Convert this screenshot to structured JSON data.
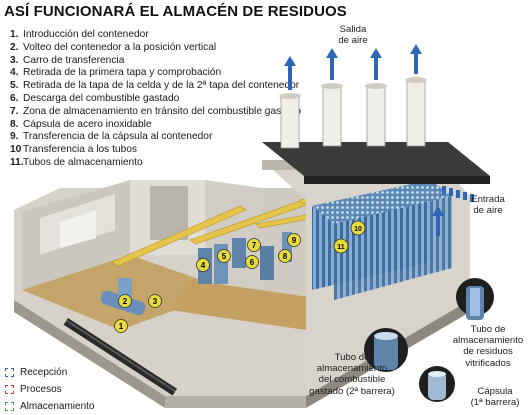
{
  "title": "ASÍ FUNCIONARÁ EL ALMACÉN DE RESIDUOS",
  "steps": [
    {
      "num": "1.",
      "text": "Introducción del contenedor"
    },
    {
      "num": "2.",
      "text": "Volteo del contenedor a la posición vertical"
    },
    {
      "num": "3.",
      "text": "Carro de transferencia"
    },
    {
      "num": "4.",
      "text": "Retirada de la primera tapa y comprobación"
    },
    {
      "num": "5.",
      "text": "Retirada de la tapa de la celda y de la 2ª tapa del contenedor"
    },
    {
      "num": "6.",
      "text": "Descarga del combustible gastado"
    },
    {
      "num": "7.",
      "text": "Zona de almacenamiento en tránsito del combustible gastado"
    },
    {
      "num": "8.",
      "text": "Cápsula de acero inoxidable"
    },
    {
      "num": "9.",
      "text": "Transferencia de la cápsula al contenedor"
    },
    {
      "num": "10",
      "text": "Transferencia a los tubos"
    },
    {
      "num": "11.",
      "text": "Tubos de almacenamiento"
    }
  ],
  "labels": {
    "salida": "Salida\nde aire",
    "entrada": "Entrada\nde aire",
    "tubo_residuos": "Tubo de\nalmacenamiento\nde residuos\nvitrificados",
    "tubo_combustible": "Tubo de\nalmacenamiento\ndel combustible\ngastado (2ª barrera)",
    "capsula": "Cápsula\n(1ª barrera)"
  },
  "markers": [
    "1",
    "2",
    "3",
    "4",
    "5",
    "6",
    "7",
    "8",
    "9",
    "10",
    "11"
  ],
  "legend": [
    {
      "label": "Recepción",
      "color": "#3a5fc8"
    },
    {
      "label": "Procesos",
      "color": "#d23a3a"
    },
    {
      "label": "Almacenamiento",
      "color": "#3aa84a"
    }
  ],
  "colors": {
    "marker_fill": "#e6dc3c",
    "beam": "#e8c84a",
    "steel_blue": "#5f84a9",
    "arrow_blue": "#2f66b5",
    "wall": "#d9d6d0",
    "roof": "#3b3b3b"
  }
}
